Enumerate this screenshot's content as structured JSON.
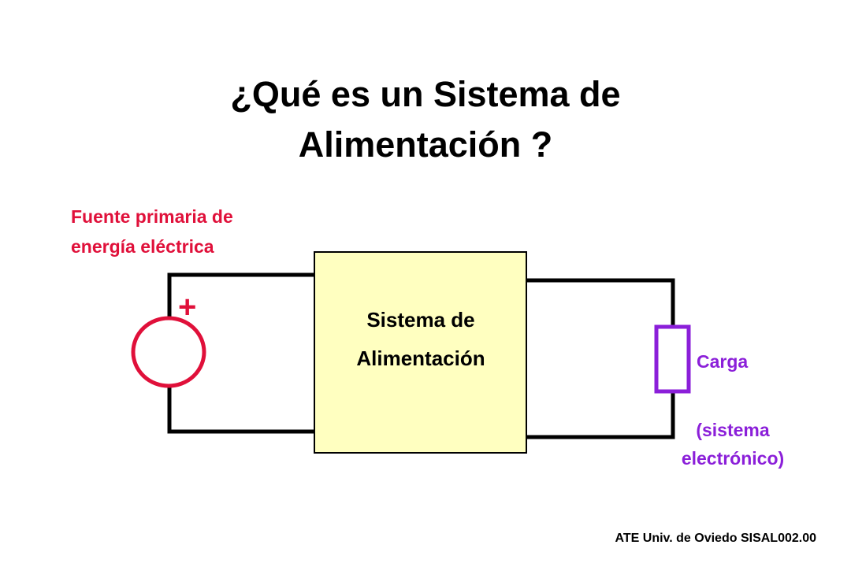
{
  "title": {
    "line1": "¿Qué es un Sistema de",
    "line2": "Alimentación ?"
  },
  "source": {
    "label_line1": "Fuente primaria de",
    "label_line2": "energía eléctrica",
    "polarity": "+",
    "color": "#e0103a"
  },
  "block": {
    "label_line1": "Sistema de",
    "label_line2": "Alimentación",
    "fill": "#ffffc0"
  },
  "load": {
    "label": "Carga",
    "desc_line1": "(sistema",
    "desc_line2": "electrónico)",
    "color": "#8b1fd9"
  },
  "footer": "ATE Univ. de Oviedo SISAL002.00"
}
